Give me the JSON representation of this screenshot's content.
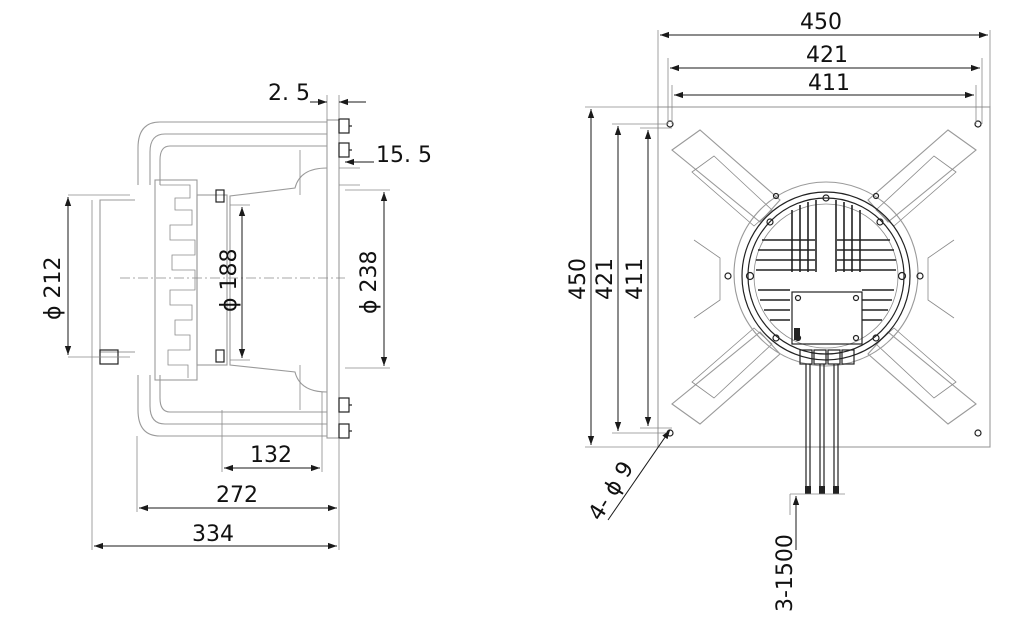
{
  "side_view": {
    "dim_2_5": "2. 5",
    "dim_15_5": "15. 5",
    "dim_phi212": "ϕ 212",
    "dim_phi188": "ϕ 188",
    "dim_phi238": "ϕ 238",
    "dim_132": "132",
    "dim_272": "272",
    "dim_334": "334"
  },
  "front_view": {
    "dim_450_h": "450",
    "dim_421_h": "421",
    "dim_411_h": "411",
    "dim_450_v": "450",
    "dim_421_v": "421",
    "dim_411_v": "411",
    "holes": "4- ϕ 9",
    "cables": "3-1500"
  },
  "colors": {
    "line": "#1a1a1a",
    "outline": "#9a9a9a",
    "background": "#ffffff"
  }
}
